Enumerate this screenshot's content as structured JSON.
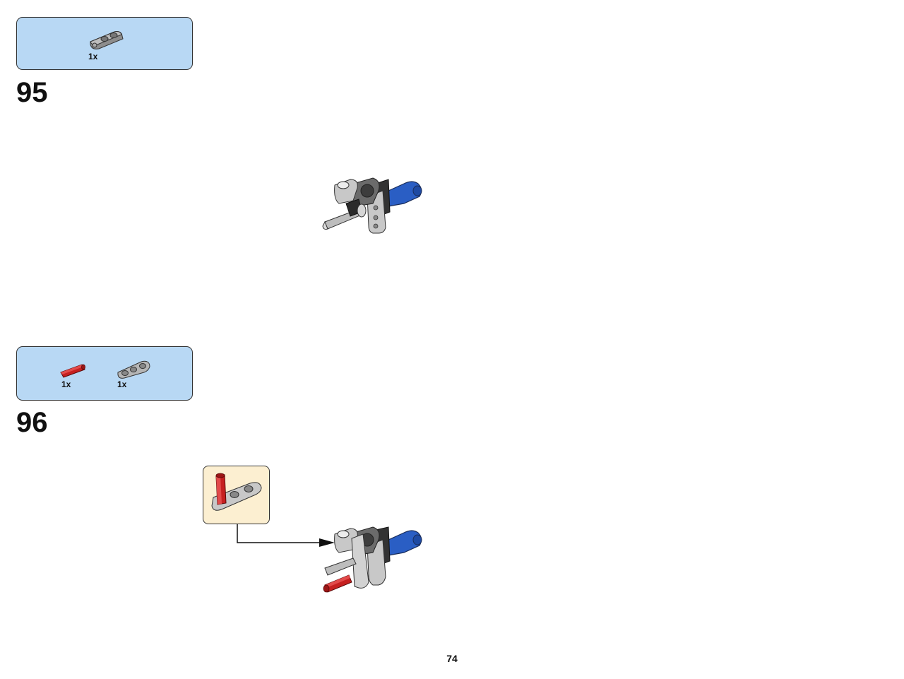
{
  "steps": [
    {
      "number": "95",
      "parts": [
        {
          "icon": "gray-axle-pin-connector-icon",
          "qty": "1x",
          "color": "#9b9b9b"
        }
      ]
    },
    {
      "number": "96",
      "parts": [
        {
          "icon": "red-axle-pin-icon",
          "qty": "1x",
          "color": "#c62020"
        },
        {
          "icon": "gray-beam-3-icon",
          "qty": "1x",
          "color": "#b5b5b5"
        }
      ]
    }
  ],
  "page_number": "74",
  "colors": {
    "parts_box": "#b8d8f4",
    "callout_box": "#fcefd1",
    "blue_part": "#2a5ec4",
    "dark_gray_part": "#6b6b6b",
    "light_gray_part": "#b5b5b5",
    "red_part": "#c62020"
  }
}
